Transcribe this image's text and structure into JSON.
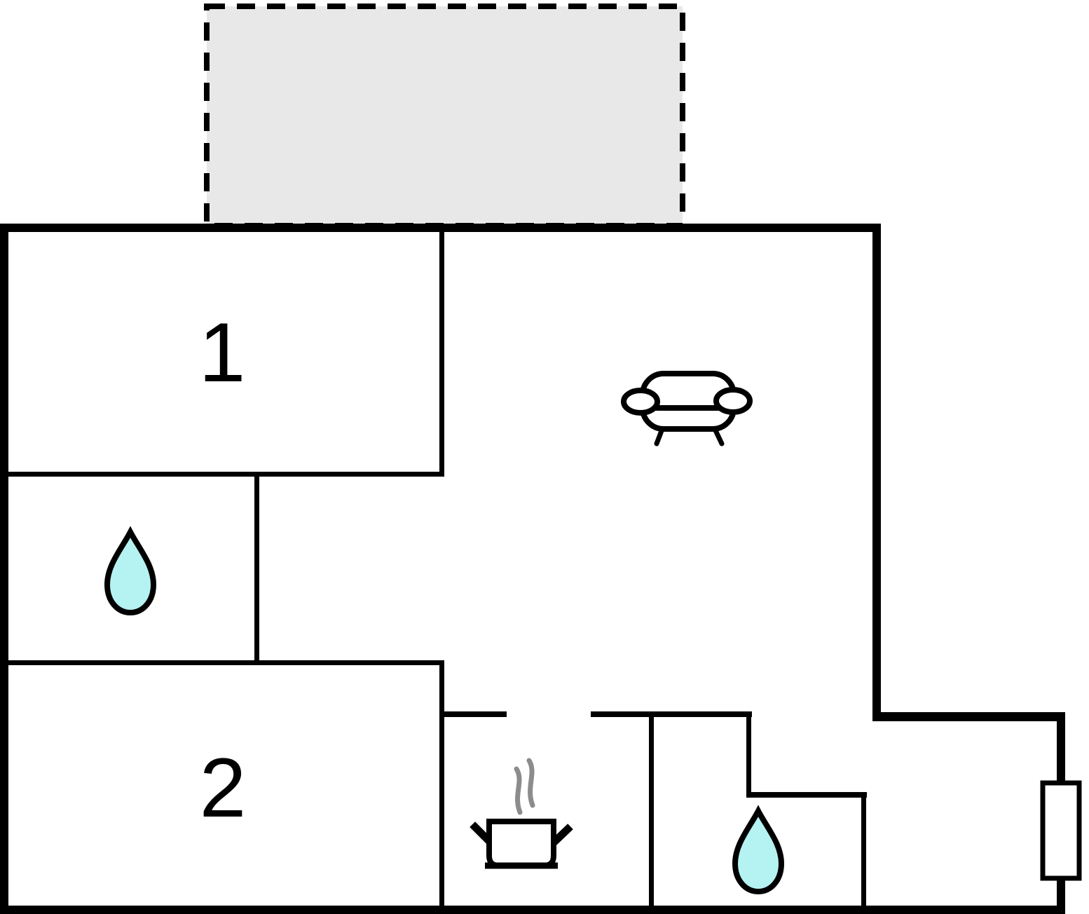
{
  "title": "apartment-floor-plan",
  "rooms": [
    {
      "id": "room-1",
      "label": "1"
    },
    {
      "id": "room-2",
      "label": "2"
    }
  ],
  "icons": {
    "terrace": "terrace-area",
    "sofa": "sofa-icon",
    "water_drop_bathroom_1": "water-drop-icon",
    "water_drop_bathroom_2": "water-drop-icon",
    "cooking_pot": "cooking-pot-icon",
    "steam": "steam-icon",
    "door": "door-icon"
  },
  "colors": {
    "background": "#ffffff",
    "wall": "#000000",
    "terrace_fill": "#e8e8e8",
    "terrace_border": "#000000",
    "water_drop_fill": "#b5f2f2",
    "water_drop_stroke": "#000000",
    "steam": "#8c8c8c",
    "furniture_line": "#000000",
    "door_fill": "#ffffff",
    "label_color": "#000000"
  }
}
